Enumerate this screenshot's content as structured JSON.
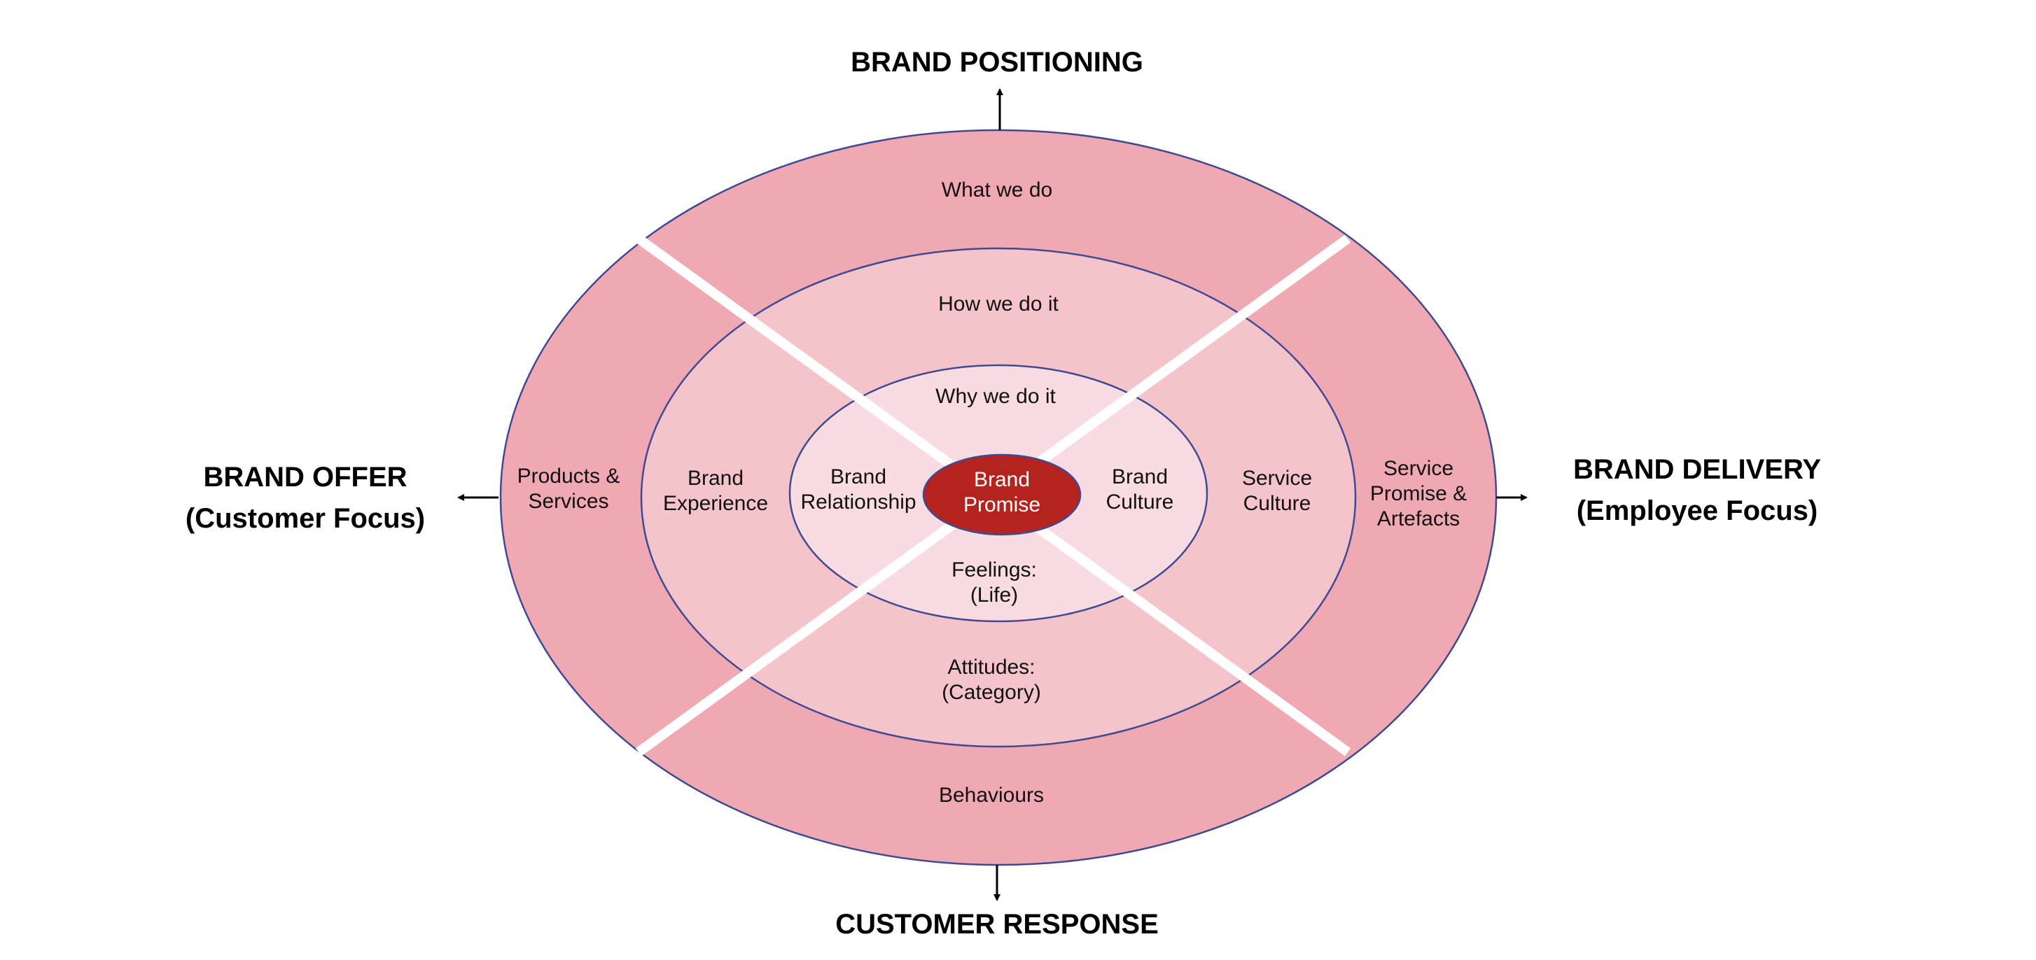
{
  "colors": {
    "outer_ring": "#f0a8b3",
    "middle_ring": "#f5c4cb",
    "inner_ring": "#f9dce1",
    "core": "#b5231f",
    "ring_stroke": "#3f4a93",
    "divider": "#ffffff",
    "arrow": "#000000"
  },
  "axes": {
    "top": {
      "line1": "BRAND POSITIONING"
    },
    "bottom": {
      "line1": "CUSTOMER RESPONSE"
    },
    "left": {
      "line1": "BRAND OFFER",
      "line2": "(Customer Focus)"
    },
    "right": {
      "line1": "BRAND DELIVERY",
      "line2": "(Employee Focus)"
    }
  },
  "rings": {
    "outer": {
      "top": [
        "What we do"
      ],
      "bottom": [
        "Behaviours"
      ],
      "left": [
        "Products &",
        "Services"
      ],
      "right": [
        "Service",
        "Promise &",
        "Artefacts"
      ]
    },
    "middle": {
      "top": [
        "How we do it"
      ],
      "bottom": [
        "Attitudes:",
        "(Category)"
      ],
      "left": [
        "Brand",
        "Experience"
      ],
      "right": [
        "Service",
        "Culture"
      ]
    },
    "inner": {
      "top": [
        "Why we do it"
      ],
      "bottom": [
        "Feelings:",
        "(Life)"
      ],
      "left": [
        "Brand",
        "Relationship"
      ],
      "right": [
        "Brand",
        "Culture"
      ]
    },
    "core": [
      "Brand",
      "Promise"
    ]
  }
}
